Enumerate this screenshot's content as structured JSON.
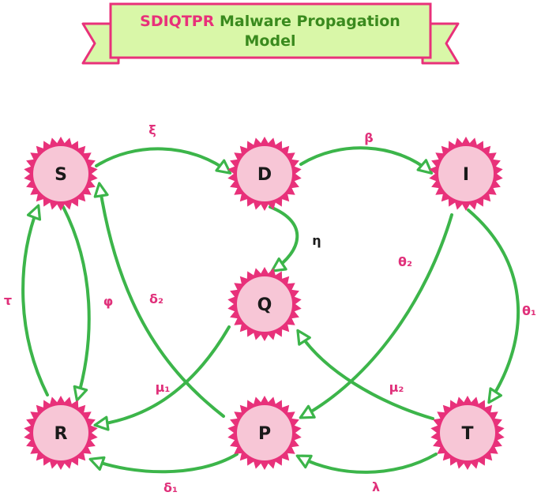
{
  "title": {
    "accent_part": "SDIQTPR",
    "rest_line1": "Malware Propagation",
    "line2": "Model"
  },
  "nodes": [
    {
      "id": "S",
      "label": "S"
    },
    {
      "id": "D",
      "label": "D"
    },
    {
      "id": "I",
      "label": "I"
    },
    {
      "id": "Q",
      "label": "Q"
    },
    {
      "id": "R",
      "label": "R"
    },
    {
      "id": "P",
      "label": "P"
    },
    {
      "id": "T",
      "label": "T"
    }
  ],
  "edges": [
    {
      "from": "S",
      "to": "D",
      "label": "ξ"
    },
    {
      "from": "D",
      "to": "I",
      "label": "β"
    },
    {
      "from": "D",
      "to": "Q",
      "label": "η"
    },
    {
      "from": "I",
      "to": "P",
      "label": "θ₂"
    },
    {
      "from": "I",
      "to": "T",
      "label": "θ₁"
    },
    {
      "from": "S",
      "to": "R",
      "label": "φ"
    },
    {
      "from": "R",
      "to": "S",
      "label": "τ"
    },
    {
      "from": "P",
      "to": "S",
      "label": "δ₂"
    },
    {
      "from": "Q",
      "to": "R",
      "label": "μ₁"
    },
    {
      "from": "T",
      "to": "Q",
      "label": "μ₂"
    },
    {
      "from": "P",
      "to": "R",
      "label": "δ₁"
    },
    {
      "from": "T",
      "to": "P",
      "label": "λ"
    }
  ],
  "colors": {
    "node_fill": "#f7c6d6",
    "node_ring": "#e8317a",
    "edge": "#3cb54a",
    "rate_text": "#e0307a",
    "title_accent": "#e8317a",
    "title_text": "#3a8a1e",
    "banner_fill": "#d9f7a8",
    "banner_border": "#e8317a"
  }
}
